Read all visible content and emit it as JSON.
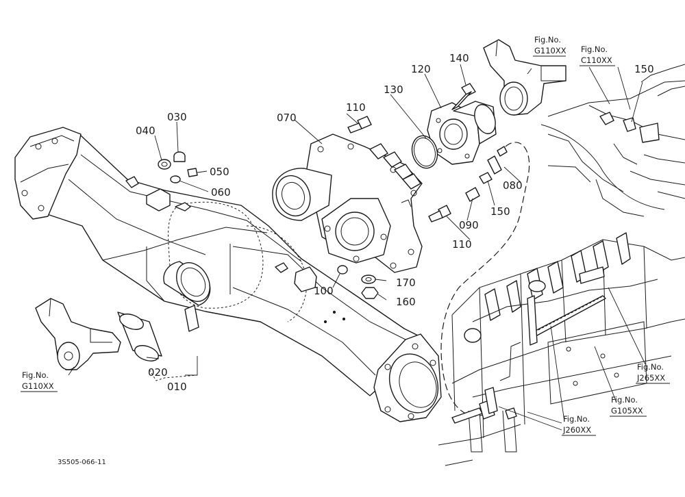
{
  "part_labels": {
    "p010": "010",
    "p020": "020",
    "p030": "030",
    "p040": "040",
    "p050": "050",
    "p060": "060",
    "p070": "070",
    "p080": "080",
    "p090": "090",
    "p100": "100",
    "p110a": "110",
    "p110b": "110",
    "p120": "120",
    "p130": "130",
    "p140": "140",
    "p150a": "150",
    "p150b": "150",
    "p160": "160",
    "p170": "170"
  },
  "figure_refs": {
    "g110_top": {
      "line1": "Fig.No.",
      "line2": "G110XX"
    },
    "c110": {
      "line1": "Fig.No.",
      "line2": "C110XX"
    },
    "g110_left": {
      "line1": "Fig.No.",
      "line2": "G110XX"
    },
    "j265": {
      "line1": "Fig.No.",
      "line2": "J265XX"
    },
    "g105": {
      "line1": "Fig.No.",
      "line2": "G105XX"
    },
    "j260": {
      "line1": "Fig.No.",
      "line2": "J260XX"
    }
  },
  "drawing_code": "3S505-066-11"
}
